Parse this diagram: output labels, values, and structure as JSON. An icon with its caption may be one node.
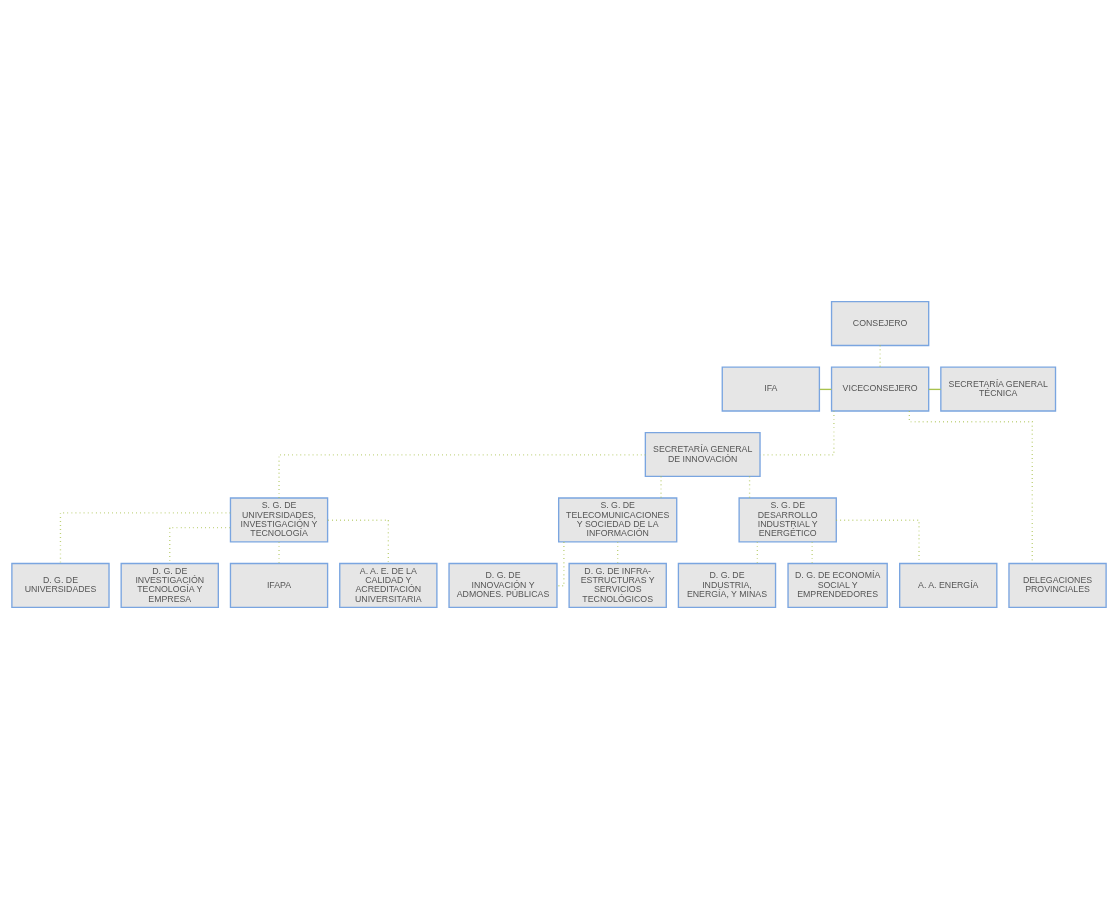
{
  "diagram": {
    "nodes": [
      {
        "text": [
          "CONSEJERO"
        ]
      },
      {
        "text": [
          "IFA"
        ]
      },
      {
        "text": [
          "VICECONSEJERO"
        ]
      },
      {
        "text": [
          "SECRETARÍA GENERAL TÉCNICA"
        ]
      },
      {
        "text": [
          "SECRETARÍA GENERAL DE INNOVACIÓN"
        ]
      },
      {
        "text": [
          "S. G. DE UNIVERSIDADES, INVESTIGACIÓN Y TECNOLOGÍA"
        ]
      },
      {
        "text": [
          "S. G. DE TELECOMUNICACIONES Y SOCIEDAD DE LA INFORMACIÓN"
        ]
      },
      {
        "text": [
          "S. G. DE DESARROLLO INDUSTRIAL Y ENERGÉTICO"
        ]
      },
      {
        "text": [
          "D. G. DE UNIVERSIDADES"
        ]
      },
      {
        "text": [
          "D. G. DE INVESTIGACIÓN TECNOLOGÍA Y EMPRESA"
        ]
      },
      {
        "text": [
          "D. G. DE INNOVACIÓN Y ADMONES. PÚBLICAS"
        ]
      },
      {
        "text": [
          "D. G. DE INFRA- ESTRUCTURAS Y SERVICIOS TECNOLÓGICOS"
        ]
      },
      {
        "text": [
          "D. G. DE INDUSTRIA, ENERGÍA, Y MINAS"
        ]
      },
      {
        "text": [
          "D. G. DE ECONOMÍA SOCIAL Y EMPRENDEDORES"
        ]
      },
      {
        "text": [
          "IFAPA"
        ]
      },
      {
        "text": [
          "A. A. E. DE LA CALIDAD Y ACREDITACIÓN UNIVERSITARIA"
        ]
      },
      {
        "text": [
          "DELEGACIONES PROVINCIALES"
        ]
      },
      {
        "text": [
          "A. A. ENERGÍA"
        ]
      }
    ],
    "edges": [
      {
        "from": 0,
        "to": 2,
        "arrow": "none",
        "style": "dashed"
      },
      {
        "from": 1,
        "to": 2,
        "arrow": "none"
      },
      {
        "from": 2,
        "to": 3,
        "arrow": "none"
      },
      {
        "from": 2,
        "to": 4,
        "arrow": "none",
        "style": "dashed"
      },
      {
        "from": 4,
        "to": 5,
        "arrow": "none",
        "style": "dashed"
      },
      {
        "from": 4,
        "to": 6,
        "arrow": "none",
        "style": "dashed"
      },
      {
        "from": 4,
        "to": 7,
        "arrow": "none",
        "style": "dashed"
      },
      {
        "from": 5,
        "to": 8,
        "arrow": "none",
        "style": "dashed"
      },
      {
        "from": 5,
        "to": 9,
        "arrow": "none",
        "style": "dashed"
      },
      {
        "from": 6,
        "to": 10,
        "arrow": "none",
        "style": "dashed"
      },
      {
        "from": 6,
        "to": 11,
        "arrow": "none",
        "style": "dashed"
      },
      {
        "from": 7,
        "to": 12,
        "arrow": "none",
        "style": "dashed"
      },
      {
        "from": 7,
        "to": 13,
        "arrow": "none",
        "style": "dashed"
      },
      {
        "from": 5,
        "to": 14,
        "arrow": "none",
        "style": "dashed"
      },
      {
        "from": 5,
        "to": 15,
        "arrow": "none",
        "style": "dashed"
      },
      {
        "from": 2,
        "to": 16,
        "arrow": "none",
        "style": "dashed"
      },
      {
        "from": 7,
        "to": 17,
        "arrow": "none",
        "style": "dashed"
      }
    ]
  }
}
